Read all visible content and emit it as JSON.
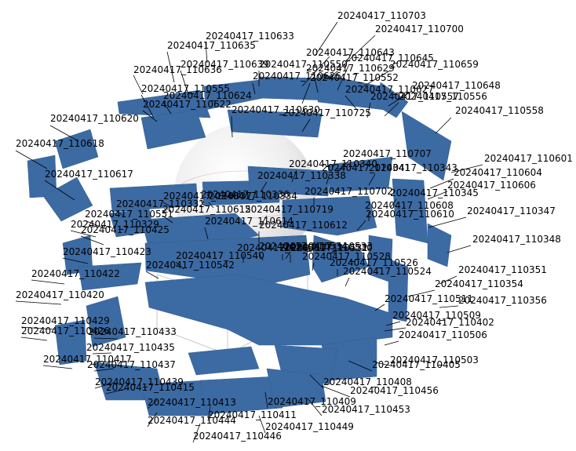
{
  "colors": {
    "panel": "#3c6aa3",
    "sphere": "#e6e6e6",
    "box": "#bbbbbb",
    "text": "#000000"
  },
  "labels": [
    "20240417_110703",
    "20240417_110700",
    "20240417_110633",
    "20240417_110635",
    "20240417_110643",
    "20240417_110645",
    "20240417_110659",
    "20240417_110636",
    "20240417_110639",
    "20240417_110550",
    "20240417_110629",
    "20240417_110552",
    "20240417_110648",
    "20240417_110627",
    "20240417_110626",
    "20240417_110557",
    "20240417_110556",
    "20240417_110624",
    "20240417_110622",
    "20240417_110555",
    "20240417_110558",
    "20240417_110630",
    "20240417_110725",
    "20240417_110620",
    "20240417_110618",
    "20240417_110707",
    "20240417_110601",
    "20240417_110340",
    "20240417_110341",
    "20240417_110343",
    "20240417_110604",
    "20240417_110617",
    "20240417_110338",
    "20240417_110606",
    "20240417_110336",
    "20240417_110337",
    "20240417_110334",
    "20240417_110702",
    "20240417_110345",
    "20240417_110332",
    "20240417_110608",
    "20240417_110615",
    "20240417_110719",
    "20240417_110347",
    "20240417_110551",
    "20240417_110610",
    "20240417_110329",
    "20240417_110614",
    "20240417_110612",
    "20240417_110425",
    "20240417_110348",
    "20240417_110533",
    "20240417_110532",
    "20240417_110534",
    "20240417_110531",
    "20240417_110530",
    "20240417_110423",
    "20240417_110540",
    "20240417_110528",
    "20240417_110542",
    "20240417_110526",
    "20240417_110422",
    "20240417_110524",
    "20240417_110351",
    "20240417_110354",
    "20240417_110420",
    "20240417_110511",
    "20240417_110356",
    "20240417_110509",
    "20240417_110429",
    "20240417_110402",
    "20240417_110433",
    "20240417_110426",
    "20240417_110506",
    "20240417_110435",
    "20240417_110417",
    "20240417_110503",
    "20240417_110437",
    "20240417_110405",
    "20240417_110408",
    "20240417_110439",
    "20240417_110456",
    "20240417_110415",
    "20240417_110413",
    "20240417_110409",
    "20240417_110453",
    "20240417_110411",
    "20240417_110444",
    "20240417_110449",
    "20240417_110446"
  ]
}
